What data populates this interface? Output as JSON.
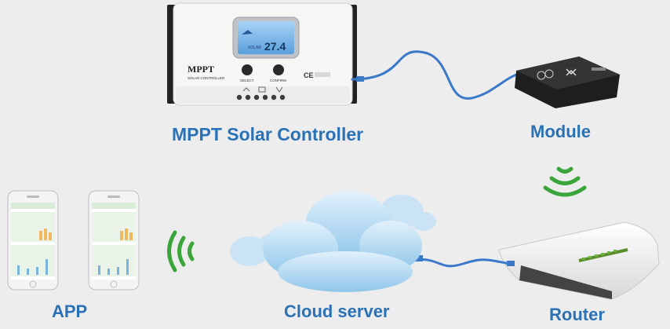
{
  "labels": {
    "controller": "MPPT Solar Controller",
    "module": "Module",
    "app": "APP",
    "cloud": "Cloud server",
    "router": "Router"
  },
  "device": {
    "brand": "MPPT",
    "sub": "SOLAR CONTROLLER",
    "btn_left": "SELECT",
    "btn_right": "CONFIRM",
    "lcd_value": "27.4"
  },
  "colors": {
    "label": "#2a72b5",
    "wifi": "#3aa53a",
    "cable": "#3a78c8",
    "background": "#ededed"
  }
}
